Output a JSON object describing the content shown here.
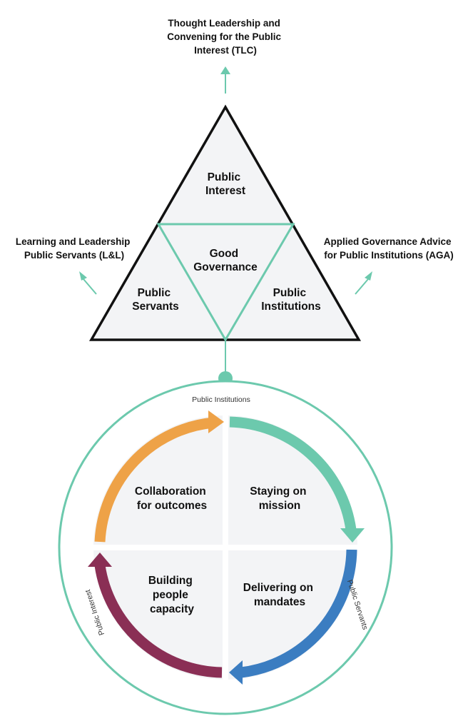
{
  "colors": {
    "teal": "#6cc9ad",
    "orange": "#eea247",
    "blue": "#3b7dc1",
    "maroon": "#8a2f55",
    "outline": "#111111",
    "fill": "#f3f4f6"
  },
  "outer_labels": {
    "top": [
      "Thought Leadership and",
      "Convening for the Public",
      "Interest (TLC)"
    ],
    "left": [
      "Learning and Leadership",
      "Public Servants (L&L)"
    ],
    "right": [
      "Applied Governance Advice",
      "for Public Institutions (AGA)"
    ]
  },
  "triangle": {
    "top": [
      "Public",
      "Interest"
    ],
    "center": [
      "Good",
      "Governance"
    ],
    "left": [
      "Public",
      "Servants"
    ],
    "right": [
      "Public",
      "Institutions"
    ]
  },
  "ring_labels": {
    "top": "Public Institutions",
    "right": "Public Servants",
    "left": "Public Interest"
  },
  "quadrants": {
    "top_left": [
      "Collaboration",
      "for outcomes"
    ],
    "top_right": [
      "Staying on",
      "mission"
    ],
    "bottom_right": [
      "Delivering on",
      "mandates"
    ],
    "bottom_left": [
      "Building",
      "people",
      "capacity"
    ]
  },
  "arrow_icon": "arrow-up-icon"
}
